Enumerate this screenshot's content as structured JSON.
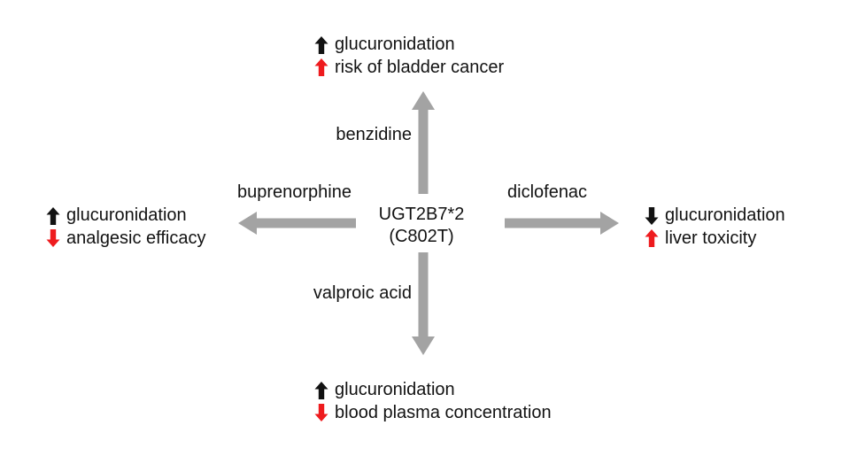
{
  "diagram": {
    "center": {
      "gene": "UGT2B7*2",
      "variant": "(C802T)"
    },
    "branches": [
      {
        "direction": "up",
        "drug": "benzidine",
        "effects": [
          {
            "change": "increase",
            "color": "black",
            "text": "glucuronidation"
          },
          {
            "change": "increase",
            "color": "red",
            "text": "risk of bladder cancer"
          }
        ]
      },
      {
        "direction": "left",
        "drug": "buprenorphine",
        "effects": [
          {
            "change": "increase",
            "color": "black",
            "text": "glucuronidation"
          },
          {
            "change": "decrease",
            "color": "red",
            "text": "analgesic efficacy"
          }
        ]
      },
      {
        "direction": "right",
        "drug": "diclofenac",
        "effects": [
          {
            "change": "decrease",
            "color": "black",
            "text": "glucuronidation"
          },
          {
            "change": "increase",
            "color": "red",
            "text": "liver toxicity"
          }
        ]
      },
      {
        "direction": "down",
        "drug": "valproic acid",
        "effects": [
          {
            "change": "increase",
            "color": "black",
            "text": "glucuronidation"
          },
          {
            "change": "decrease",
            "color": "red",
            "text": "blood plasma concentration"
          }
        ]
      }
    ],
    "colors": {
      "branch_arrow_gray": "#a3a3a3",
      "effect_black": "#121212",
      "effect_red": "#ee1b1e",
      "background": "#ffffff"
    }
  }
}
